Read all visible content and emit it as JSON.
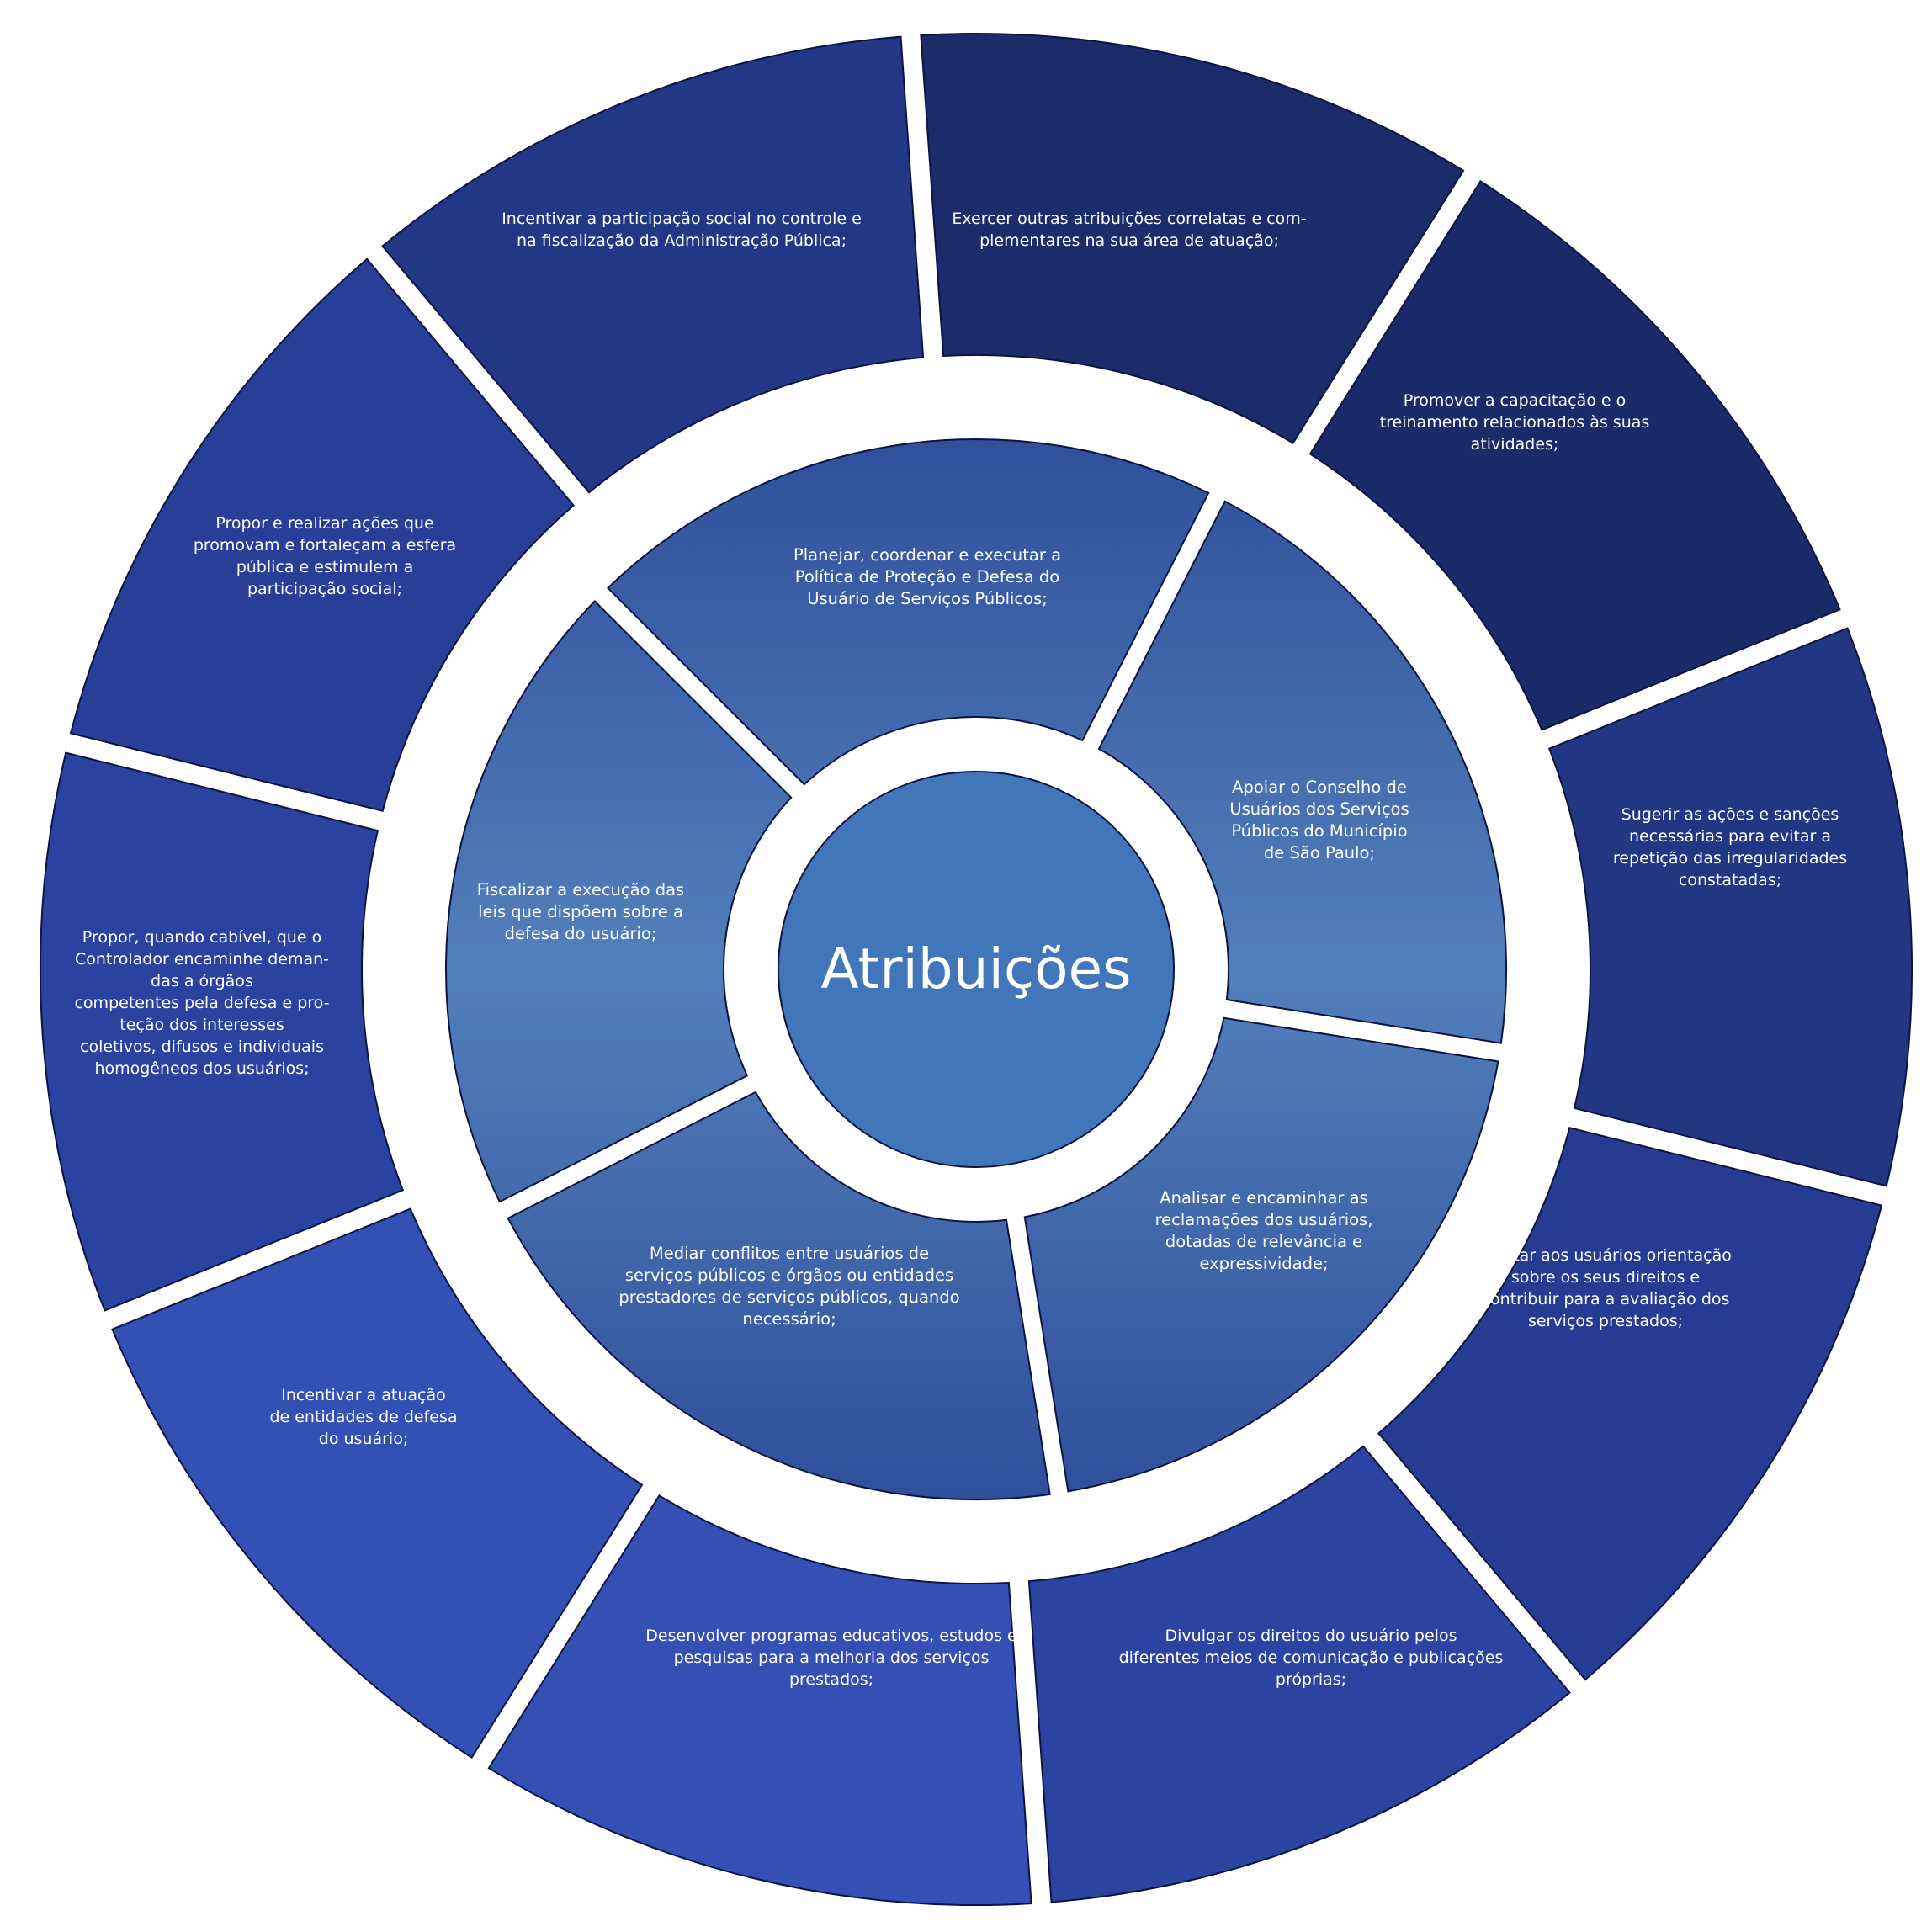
{
  "center": {
    "title": "Atribuições"
  },
  "inner_ring": [
    {
      "lines": [
        "Planejar, coordenar e executar a",
        "Política de Proteção e Defesa do",
        "Usuário de Serviços Públicos;"
      ]
    },
    {
      "lines": [
        "Apoiar o Conselho de",
        "Usuários dos Serviços",
        "Públicos do Município",
        "de São Paulo;"
      ]
    },
    {
      "lines": [
        "Analisar e encaminhar as",
        "reclamações dos usuários,",
        "dotadas de relevância e",
        "expressividade;"
      ]
    },
    {
      "lines": [
        "Mediar conflitos entre usuários de",
        "serviços públicos e órgãos ou entidades",
        "prestadores de serviços públicos, quando",
        "necessário;"
      ]
    },
    {
      "lines": [
        "Fiscalizar a execução das",
        "leis que dispõem sobre a",
        "defesa do usuário;"
      ]
    }
  ],
  "outer_ring": [
    {
      "lines": [
        "Exercer outras atribuições correlatas e com-",
        "plementares na sua área de atuação;"
      ]
    },
    {
      "lines": [
        "Promover a capacitação e o",
        "treinamento relacionados às suas",
        "atividades;"
      ]
    },
    {
      "lines": [
        "Sugerir as ações e sanções",
        "necessárias para evitar a",
        "repetição das irregularidades",
        "constatadas;"
      ]
    },
    {
      "lines": [
        "Prestar aos usuários orientação",
        "sobre os seus direitos e",
        "contribuir para a avaliação dos",
        "serviços prestados;"
      ]
    },
    {
      "lines": [
        "Divulgar os direitos do usuário pelos",
        "diferentes meios de comunicação e publicações",
        "próprias;"
      ]
    },
    {
      "lines": [
        "Desenvolver programas educativos, estudos e",
        "pesquisas para a melhoria dos serviços",
        "prestados;"
      ]
    },
    {
      "lines": [
        "Incentivar a atuação",
        "de entidades de defesa",
        "do usuário;"
      ]
    },
    {
      "lines": [
        "Propor, quando cabível, que o",
        "Controlador encaminhe deman-",
        "das a órgãos",
        "competentes pela defesa e pro-",
        "teção dos interesses",
        "coletivos, difusos e individuais",
        "homogêneos dos usuários;"
      ]
    },
    {
      "lines": [
        "Propor e realizar ações que",
        "promovam e fortaleçam a esfera",
        "pública e estimulem a",
        "participação social;"
      ]
    },
    {
      "lines": [
        "Incentivar a participação social no controle e",
        "na fiscalização da Administração Pública;"
      ]
    }
  ],
  "colors": {
    "background": "#ffffff",
    "center_fill": "#4276bb",
    "inner_gradient_top": "#2f4f9c",
    "inner_gradient_mid": "#537fbb",
    "inner_gradient_bottom": "#2f4f9c",
    "outer_fills": [
      "#1c2c6a",
      "#1b2a68",
      "#223683",
      "#263c92",
      "#2b44a2",
      "#3450b5",
      "#3350b4",
      "#2a43a1",
      "#283f97",
      "#233787"
    ],
    "segment_stroke": "#0c1440",
    "text": "#ffffff"
  }
}
